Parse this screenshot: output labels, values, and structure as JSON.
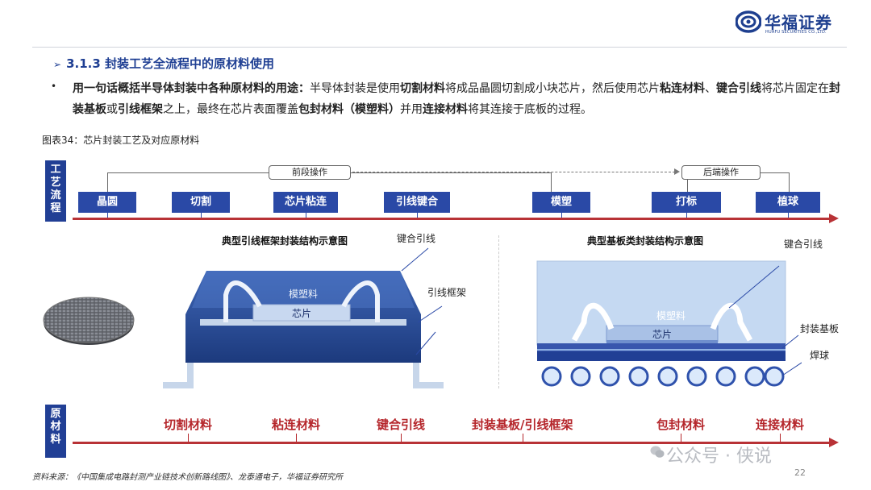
{
  "logo": {
    "name_cn": "华福证券",
    "name_en": "HUAFU SECURITIES CO.,LTD."
  },
  "section": {
    "arrow": "➢",
    "title": "3.1.3 封装工艺全流程中的原材料使用"
  },
  "summary": {
    "bullet": "•",
    "parts": [
      {
        "text": "用一句话概括半导体封装中各种原材料的用途：",
        "bold": true
      },
      {
        "text": "半导体封装是使用",
        "bold": false
      },
      {
        "text": "切割材料",
        "bold": true
      },
      {
        "text": "将成品晶圆切割成小块芯片，然后使用芯片",
        "bold": false
      },
      {
        "text": "粘连材料",
        "bold": true
      },
      {
        "text": "、",
        "bold": false
      },
      {
        "text": "键合引线",
        "bold": true
      },
      {
        "text": "将芯片固定在",
        "bold": false
      },
      {
        "text": "封装基板",
        "bold": true
      },
      {
        "text": "或",
        "bold": false
      },
      {
        "text": "引线框架",
        "bold": true
      },
      {
        "text": "之上，最终在芯片表面覆盖",
        "bold": false
      },
      {
        "text": "包封材料（模塑料）",
        "bold": true
      },
      {
        "text": "并用",
        "bold": false
      },
      {
        "text": "连接材料",
        "bold": true
      },
      {
        "text": "将其连接于底板的过程。",
        "bold": false
      }
    ]
  },
  "figure_caption": "图表34：芯片封装工艺及对应原材料",
  "process": {
    "side_label": [
      "工",
      "艺",
      "流",
      "程"
    ],
    "phases": {
      "front": "前段操作",
      "back": "后端操作"
    },
    "steps": [
      "晶圆",
      "切割",
      "芯片粘连",
      "引线键合",
      "模塑",
      "打标",
      "植球"
    ]
  },
  "leadframe_diagram": {
    "title": "典型引线框架封装结构示意图",
    "callouts": {
      "bond_wire": "键合引线",
      "lead_frame": "引线框架"
    },
    "labels": {
      "mold": "模塑料",
      "chip": "芯片"
    }
  },
  "substrate_diagram": {
    "title": "典型基板类封装结构示意图",
    "callouts": {
      "bond_wire": "键合引线",
      "substrate": "封装基板",
      "solder_ball": "焊球"
    },
    "labels": {
      "mold": "模塑料",
      "chip": "芯片"
    }
  },
  "materials": {
    "side_label": [
      "原",
      "材",
      "料"
    ],
    "items": [
      "切割材料",
      "粘连材料",
      "键合引线",
      "封装基板/引线框架",
      "包封材料",
      "连接材料"
    ]
  },
  "source": "资料来源：《中国集成电路封测产业链技术创新路线图》、龙泰通电子，华福证券研究所",
  "page_number": "22",
  "watermark": "公众号 · 侠说",
  "colors": {
    "brand_blue": "#213f95",
    "accent_red": "#b83236",
    "light_blue": "#c5d9f2"
  }
}
